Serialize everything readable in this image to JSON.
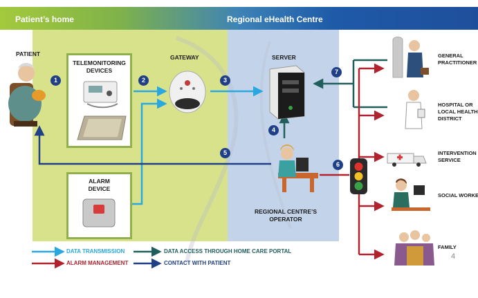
{
  "header": {
    "left_title": "Patient’s home",
    "right_title": "Regional eHealth Centre"
  },
  "labels": {
    "patient": "PATIENT",
    "telemonitoring_line1": "TELEMONITORING",
    "telemonitoring_line2": "DEVICES",
    "gateway": "GATEWAY",
    "server": "SERVER",
    "alarm_line1": "ALARM",
    "alarm_line2": "DEVICE",
    "operator_line1": "REGIONAL CENTRE’S",
    "operator_line2": "OPERATOR"
  },
  "actors": {
    "gp_line1": "GENERAL",
    "gp_line2": "PRACTITIONER",
    "hospital_line1": "HOSPITAL OR",
    "hospital_line2": "LOCAL HEALTH",
    "hospital_line3": "DISTRICT",
    "intervention_line1": "INTERVENTION",
    "intervention_line2": "SERVICE",
    "social": "SOCIAL WORKER",
    "family": "FAMILY"
  },
  "steps": [
    "1",
    "2",
    "3",
    "4",
    "5",
    "6",
    "7"
  ],
  "legend": {
    "data_transmission": "DATA TRANSMISSION",
    "data_access": "DATA ACCESS THROUGH HOME CARE PORTAL",
    "alarm_management": "ALARM MANAGEMENT",
    "contact_patient": "CONTACT WITH PATIENT"
  },
  "page_number": "4",
  "colors": {
    "header_green": "#9bc53d",
    "header_blue": "#1e5aa8",
    "home_bg": "#d9e38d",
    "centre_bg": "#c5d5ea",
    "data_transmission": "#29a8e0",
    "data_access": "#1f5e5b",
    "alarm": "#b0222e",
    "contact": "#1f3f86"
  }
}
